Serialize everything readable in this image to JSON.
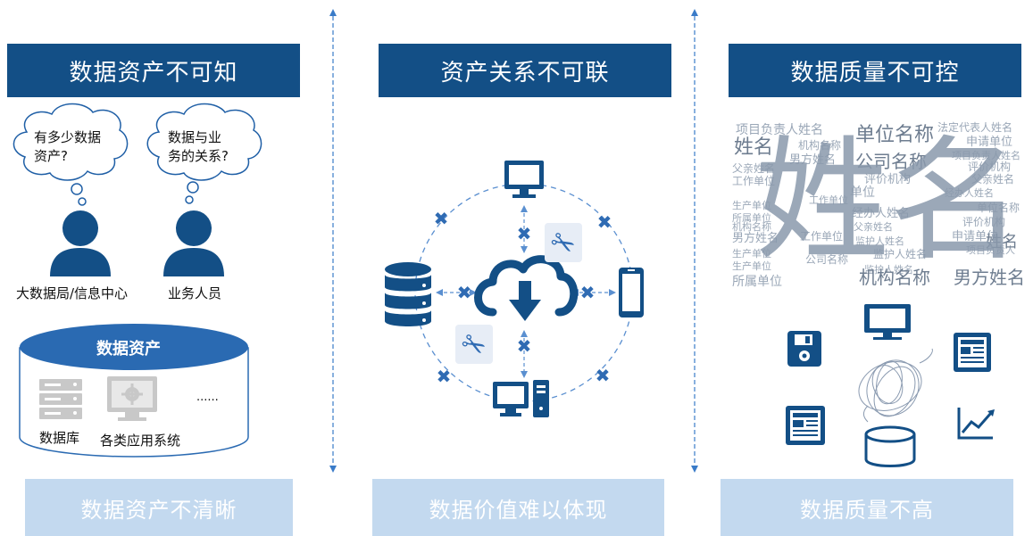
{
  "panels": [
    {
      "header": "数据资产不可知",
      "footer": "数据资产不清晰"
    },
    {
      "header": "资产关系不可联",
      "footer": "数据价值难以体现"
    },
    {
      "header": "数据质量不可控",
      "footer": "数据质量不高"
    }
  ],
  "left": {
    "bubble1": [
      "有多少数据",
      "资产?"
    ],
    "bubble2": [
      "数据与业",
      "务的关系?"
    ],
    "person1_label": "大数据局/信息中心",
    "person2_label": "业务人员",
    "asset_title": "数据资产",
    "db_label": "数据库",
    "apps_label": "各类应用系统",
    "ellipsis": "......"
  },
  "word_cloud": {
    "big": "姓名",
    "medium": [
      "单位名称",
      "公司名称",
      "机构名称",
      "男方姓名",
      "姓名",
      "姓名"
    ],
    "small": [
      "项目负责人姓名",
      "法定代表人姓名",
      "申请单位",
      "项目负责人姓名",
      "机构名称",
      "男方姓名",
      "父亲姓名",
      "评价机构",
      "工作单位",
      "评价机构",
      "单位",
      "父亲姓名",
      "经办人姓名",
      "单位名称",
      "机构名称",
      "所属单位",
      "男方姓名",
      "生产单位",
      "监护人姓名",
      "申请单位",
      "工作单位",
      "监护人姓名",
      "公司名称",
      "生产单位",
      "所属单位",
      "父亲姓名",
      "评价机构",
      "经办人姓名",
      "工作单位",
      "生产单位",
      "项目负责人",
      "监护人姓名"
    ]
  },
  "colors": {
    "header": "#134f86",
    "footer": "#c3d9ef",
    "icon": "#134f86",
    "cross": "#2f6bb3",
    "gray_icon": "#bfbfbf"
  }
}
